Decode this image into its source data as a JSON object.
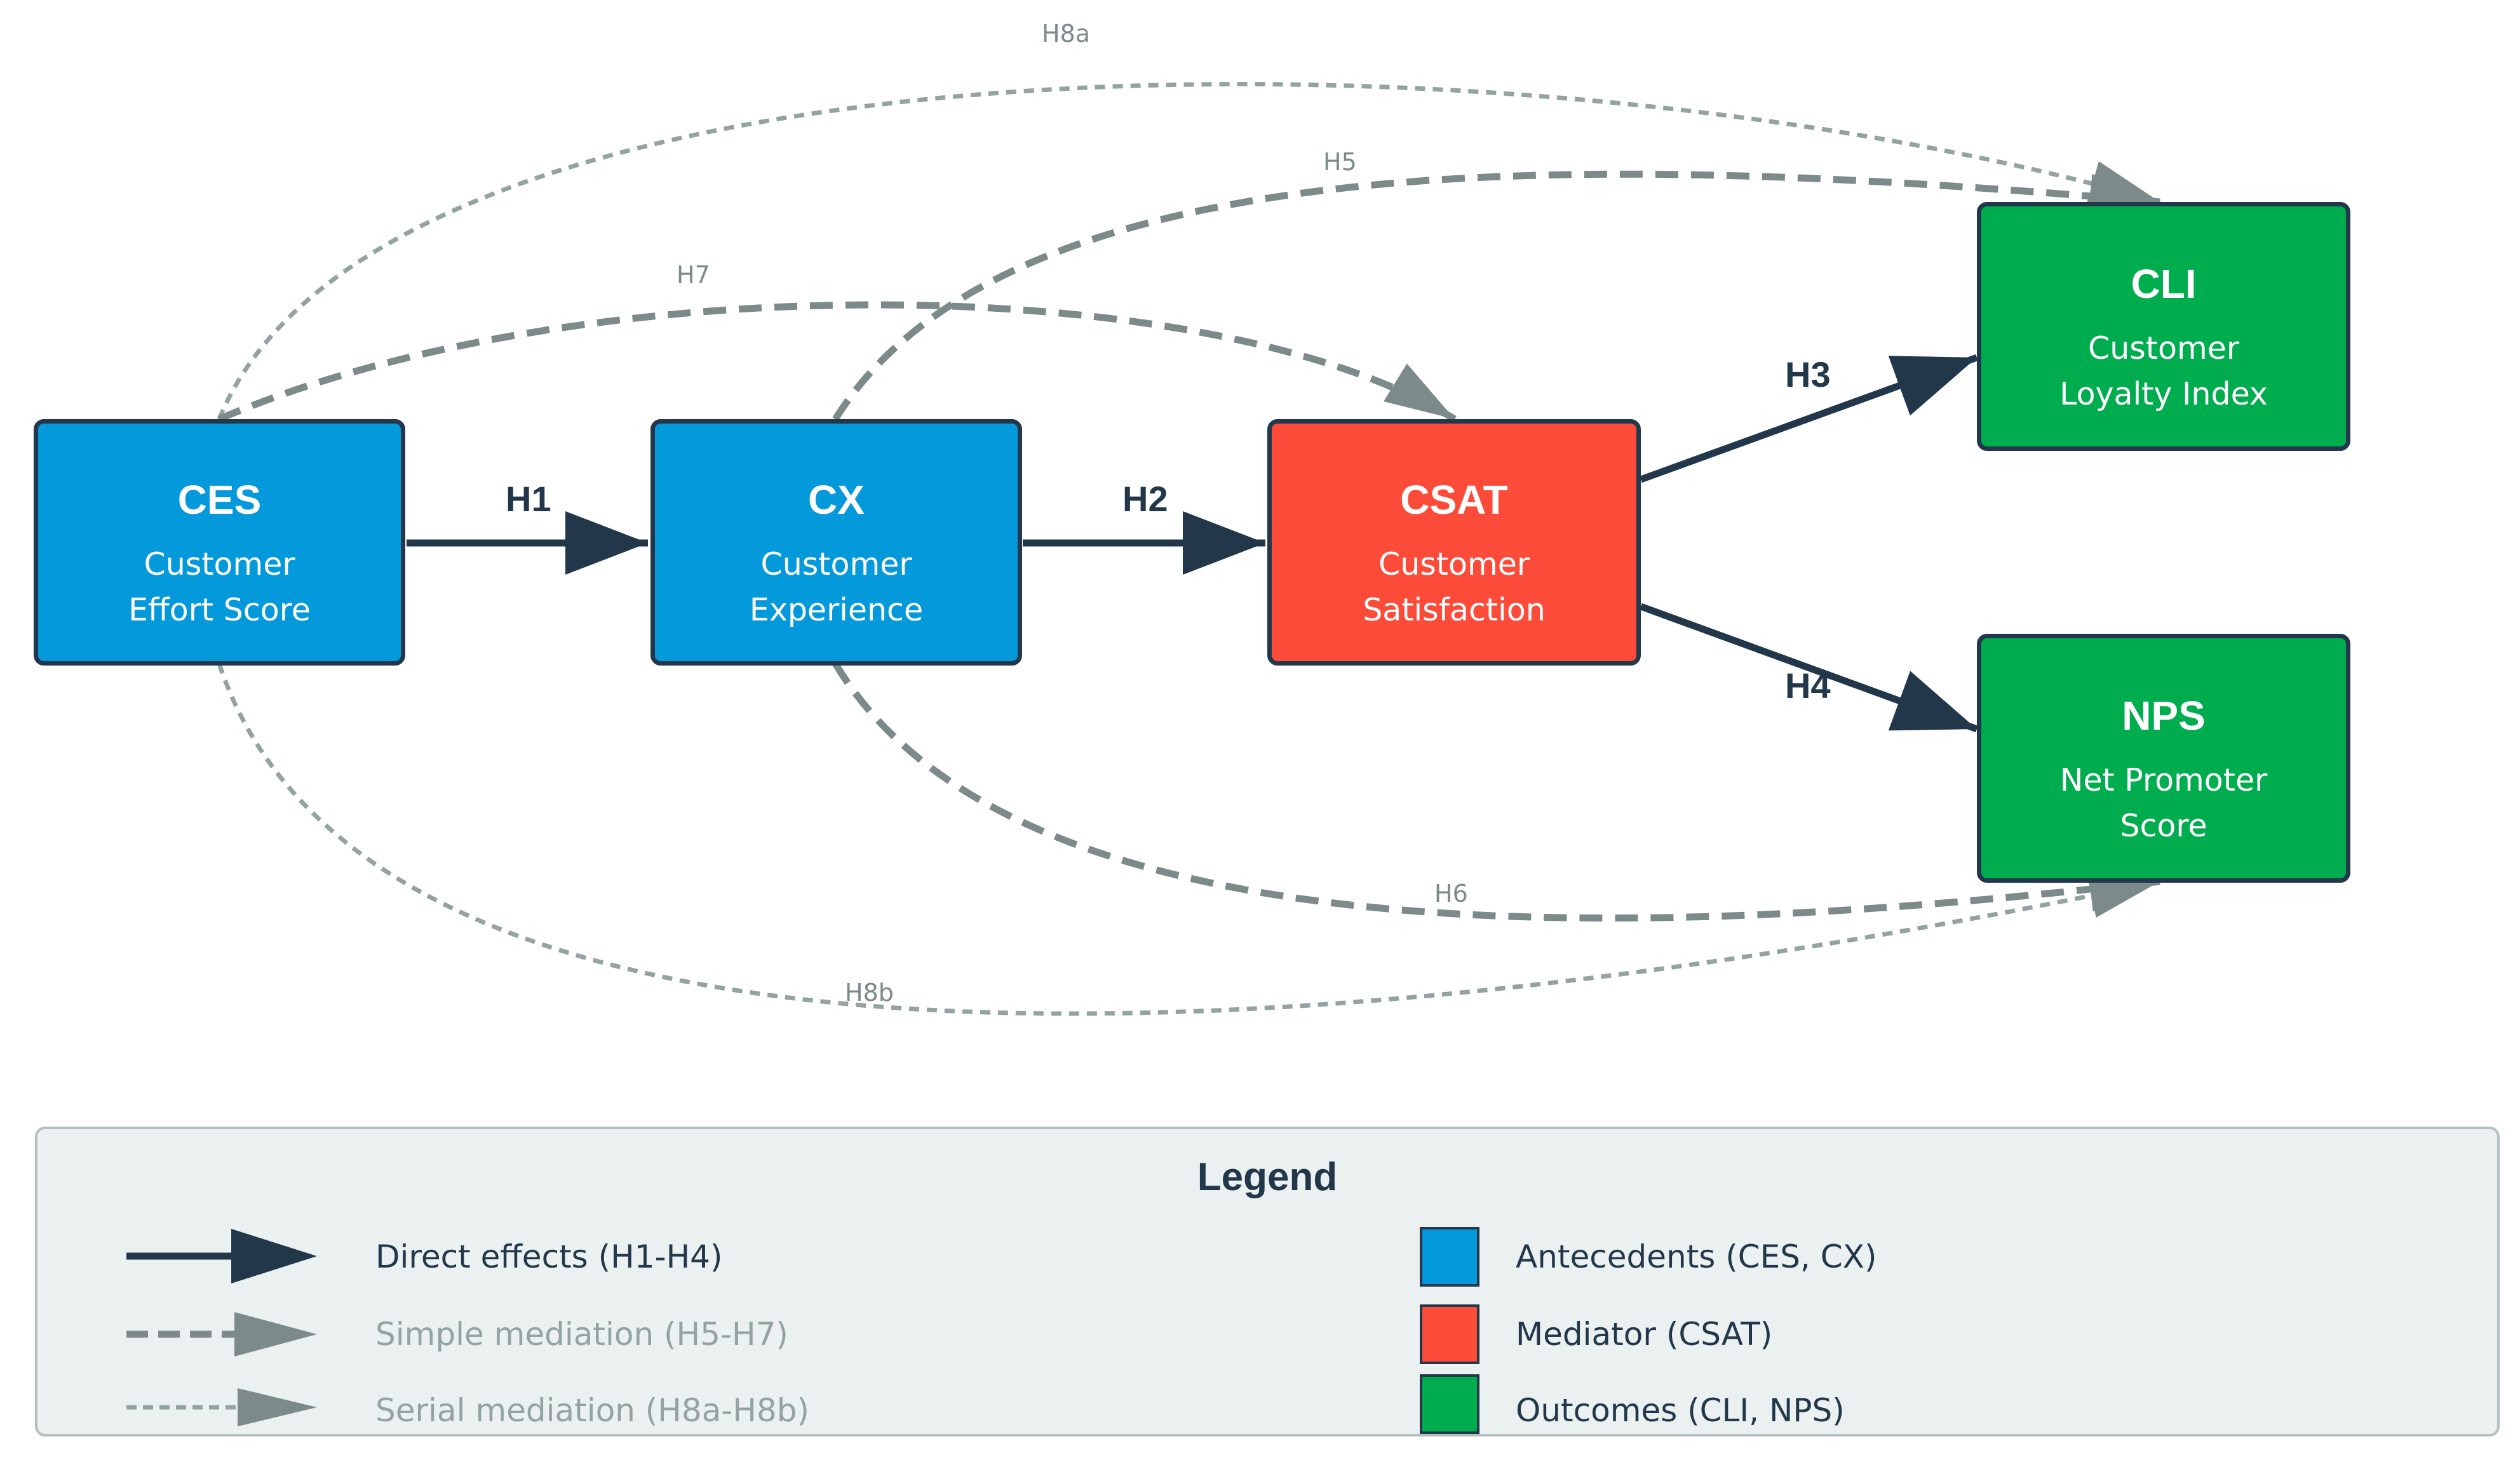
{
  "nodes": {
    "ces": {
      "abbr": "CES",
      "line1": "Customer",
      "line2": "Effort Score"
    },
    "cx": {
      "abbr": "CX",
      "line1": "Customer",
      "line2": "Experience"
    },
    "csat": {
      "abbr": "CSAT",
      "line1": "Customer",
      "line2": "Satisfaction"
    },
    "cli": {
      "abbr": "CLI",
      "line1": "Customer",
      "line2": "Loyalty Index"
    },
    "nps": {
      "abbr": "NPS",
      "line1": "Net Promoter",
      "line2": "Score"
    }
  },
  "edges": {
    "h1": "H1",
    "h2": "H2",
    "h3": "H3",
    "h4": "H4",
    "h5": "H5",
    "h6": "H6",
    "h7": "H7",
    "h8a": "H8a",
    "h8b": "H8b"
  },
  "legend": {
    "title": "Legend",
    "direct": "Direct effects (H1-H4)",
    "simple": "Simple mediation (H5-H7)",
    "serial": "Serial mediation (H8a-H8b)",
    "antecedents": "Antecedents (CES, CX)",
    "mediator": "Mediator (CSAT)",
    "outcomes": "Outcomes (CLI, NPS)"
  },
  "colors": {
    "antecedent": "#0399db",
    "mediator": "#fd4b3a",
    "outcome": "#00ad4e",
    "direct_arrow": "#22384a",
    "mediation_arrow": "#7c8a8a"
  }
}
